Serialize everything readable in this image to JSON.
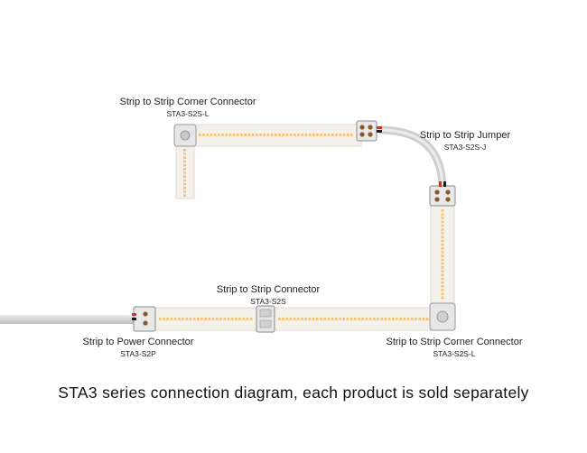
{
  "labels": {
    "corner_top": {
      "name": "Strip to Strip Corner Connector",
      "code": "STA3-S2S-L"
    },
    "jumper": {
      "name": "Strip to Strip Jumper",
      "code": "STA3-S2S-J"
    },
    "s2s": {
      "name": "Strip to Strip Connector",
      "code": "STA3-S2S"
    },
    "power": {
      "name": "Strip to Power Connector",
      "code": "STA3-S2P"
    },
    "corner_bottom": {
      "name": "Strip to Strip Corner Connector",
      "code": "STA3-S2S-L"
    }
  },
  "caption": "STA3 series connection diagram, each product is sold separately",
  "colors": {
    "strip": "#f4f1ea",
    "led": "#f2c27a",
    "connector": "#e6e6e6",
    "cable": "#d9d9d9",
    "wire_red": "#c0392b",
    "wire_black": "#1a1a1a"
  }
}
